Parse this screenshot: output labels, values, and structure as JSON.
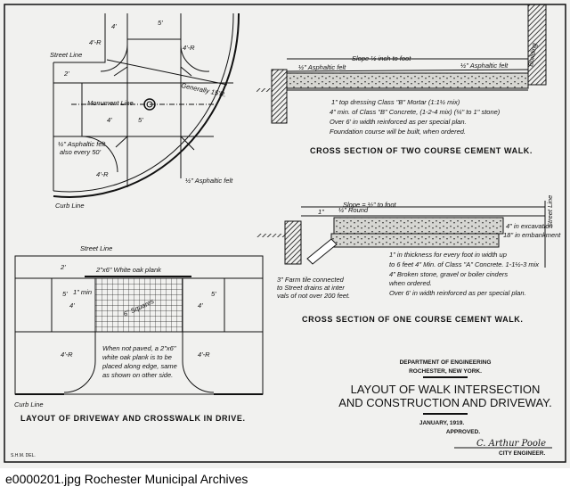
{
  "corner_plan": {
    "street_line": "Street Line",
    "curb_line": "Curb Line",
    "monument_line": "Monument Line",
    "generally_radius": "Generally 15'R.",
    "felt_every": "½\" Asphaltic felt",
    "felt_every_2": "also every 50'",
    "felt_curb": "½\" Asphaltic felt",
    "dim_4": "4'",
    "dim_5": "5'",
    "dim_2": "2'",
    "radius_4": "4'-R"
  },
  "two_course": {
    "slope": "Slope ½ inch to foot",
    "felt_left": "½\" Asphaltic felt",
    "felt_right": "½\" Asphaltic felt",
    "building": "Building",
    "note_1": "1\" top dressing Class \"B\" Mortar (1:1½ mix)",
    "note_2": "4\" min. of Class \"B\" Concrete, (1-2-4 mix) (¼\" to 1\" stone)",
    "note_3": "Over 6' in width reinforced as per special plan.",
    "note_4": "Foundation course will be built, when ordered.",
    "title": "CROSS SECTION OF TWO COURSE CEMENT WALK."
  },
  "one_course": {
    "slope": "Slope = ½\" to foot",
    "one_inch": "1\"",
    "round": "½\" Round",
    "street_line": "Street Line",
    "excavation": "4\" in excavation",
    "embankment": "18\" in embankment",
    "note_1": "1\" in thickness for every foot in width up",
    "note_2": "to 6 feet 4\" Min. of Class \"A\" Concrete. 1-1½-3 mix",
    "note_3": "4\" Broken stone, gravel or boiler cinders",
    "note_4": "when ordered.",
    "note_5": "Over 6' in width reinforced as per special plan.",
    "tile_1": "3\" Farm tile connected",
    "tile_2": "to Street drains at inter",
    "tile_3": "vals of not over 200 feet.",
    "title": "CROSS SECTION OF ONE COURSE CEMENT WALK."
  },
  "driveway_plan": {
    "street_line": "Street Line",
    "plank": "2\"x6\" White oak plank",
    "min": "1\" min",
    "squares": "6\" Squares",
    "note_1": "When not paved, a 2\"x6\"",
    "note_2": "white oak plank is to be",
    "note_3": "placed along edge, same",
    "note_4": "as shown on other side.",
    "curb_line": "Curb Line",
    "dim_4": "4'",
    "dim_5": "5'",
    "dim_2": "2'",
    "radius_4": "4'-R",
    "title": "LAYOUT OF DRIVEWAY AND CROSSWALK IN DRIVE."
  },
  "title_block": {
    "dept": "DEPARTMENT OF ENGINEERING",
    "city": "ROCHESTER,   NEW YORK.",
    "title_1": "LAYOUT OF WALK INTERSECTION",
    "title_2": "AND CONSTRUCTION AND DRIVEWAY.",
    "date": "JANUARY, 1919.",
    "approved": "APPROVED.",
    "signature": "C. Arthur Poole",
    "engineer": "CITY ENGINEER."
  },
  "drafter": "S.H.M. DEL.",
  "caption": "e0000201.jpg  Rochester Municipal Archives"
}
